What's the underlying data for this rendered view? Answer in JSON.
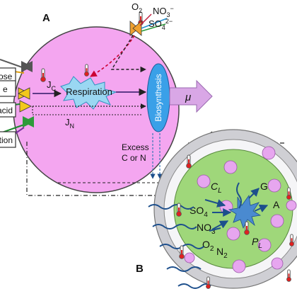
{
  "panel_a": {
    "label": "A",
    "inputs_left": [
      "ose",
      "e",
      "acid",
      "ation"
    ],
    "ions_top": {
      "o2": "O",
      "o2_sub": "2",
      "no3": "NO",
      "no3_sub": "3",
      "no3_sup": "−",
      "so4": "SO",
      "so4_sub": "4",
      "so4_sup": "2−"
    },
    "jc": "J",
    "jc_sub": "C",
    "jn": "J",
    "jn_sub": "N",
    "respiration": "Respiration",
    "biosynthesis": "Biosynthesis",
    "mu": "μ",
    "excess_line1": "Excess",
    "excess_line2": "C or N"
  },
  "panel_b": {
    "label": "B",
    "cl": "C",
    "cl_sub": "L",
    "g": "G",
    "a": "A",
    "pl": "P",
    "pl_sub": "L",
    "so4": "SO",
    "so4_sub": "4",
    "no3": "NO",
    "no3_sub": "3",
    "o2": "O",
    "o2_sub": "2",
    "n2": "N",
    "n2_sub": "2"
  },
  "colors": {
    "cell_fill": "#f4a6f0",
    "biosynthesis_fill": "#3aa0e8",
    "arrow_fill": "#d9a7e6",
    "granule_fill": "#e7a6ef",
    "interior_green": "#9fd77a",
    "membrane_gray": "#cfcfd4",
    "wavy_blue": "#1d4f8c"
  }
}
